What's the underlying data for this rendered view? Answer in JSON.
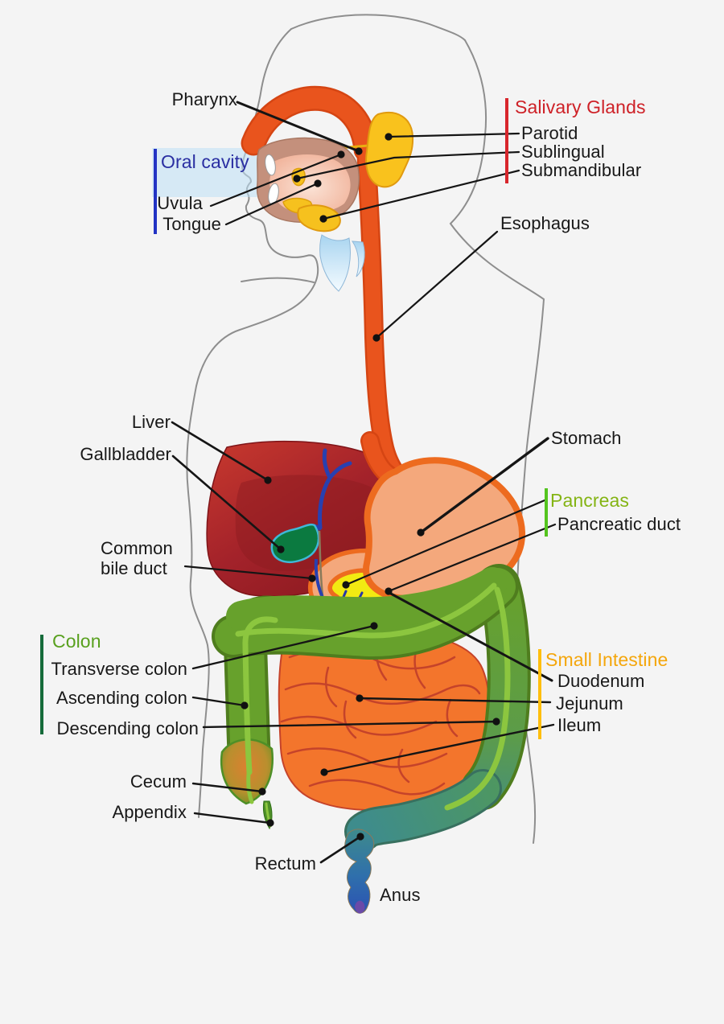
{
  "diagram": {
    "subject": "Human digestive system",
    "background_color": "#f4f4f4",
    "outline_color": "#8E8E8E",
    "annotation_line_color": "#151515"
  },
  "sections": {
    "oral_cavity": {
      "label": "Oral cavity",
      "text_color": "#2A2FA2",
      "bar_color": "#2233C4",
      "band_color": "#BEE0F6"
    },
    "salivary_glands": {
      "label": "Salivary Glands",
      "text_color": "#CE2127",
      "bar_color": "#D8262C"
    },
    "pancreas": {
      "label": "Pancreas",
      "text_color": "#84B414",
      "bar_color": "#54C41E"
    },
    "colon": {
      "label": "Colon",
      "text_color": "#58A01E",
      "bar_color": "#156B3A"
    },
    "small_intestine": {
      "label": "Small Intestine",
      "text_color": "#F4A60B",
      "bar_color": "#FFBE0D"
    }
  },
  "labels": {
    "pharynx": "Pharynx",
    "uvula": "Uvula",
    "tongue": "Tongue",
    "parotid": "Parotid",
    "sublingual": "Sublingual",
    "submandibular": "Submandibular",
    "esophagus": "Esophagus",
    "liver": "Liver",
    "gallbladder": "Gallbladder",
    "stomach": "Stomach",
    "pancreatic_duct": "Pancreatic duct",
    "common_bile_duct": "Common bile duct",
    "transverse_colon": "Transverse colon",
    "ascending_colon": "Ascending colon",
    "descending_colon": "Descending colon",
    "duodenum": "Duodenum",
    "jejunum": "Jejunum",
    "ileum": "Ileum",
    "cecum": "Cecum",
    "appendix": "Appendix",
    "rectum": "Rectum",
    "anus": "Anus"
  },
  "organ_colors": {
    "esophagus": "#E9541D",
    "liver": "#A92226",
    "gallbladder": "#0B7A40",
    "bile_ducts": "#2840B0",
    "stomach_fill": "#F4A87C",
    "stomach_border": "#ED6B1F",
    "pancreas": "#F2EA12",
    "salivary_glands": "#F9C21D",
    "colon": "#67A12C",
    "colon_highlight": "#8CC63F",
    "small_intestine": "#F3752C",
    "small_intestine_lines": "#C5432A",
    "rectum_teal": "#3F8C8A",
    "anus_blue": "#2B4FB3"
  }
}
